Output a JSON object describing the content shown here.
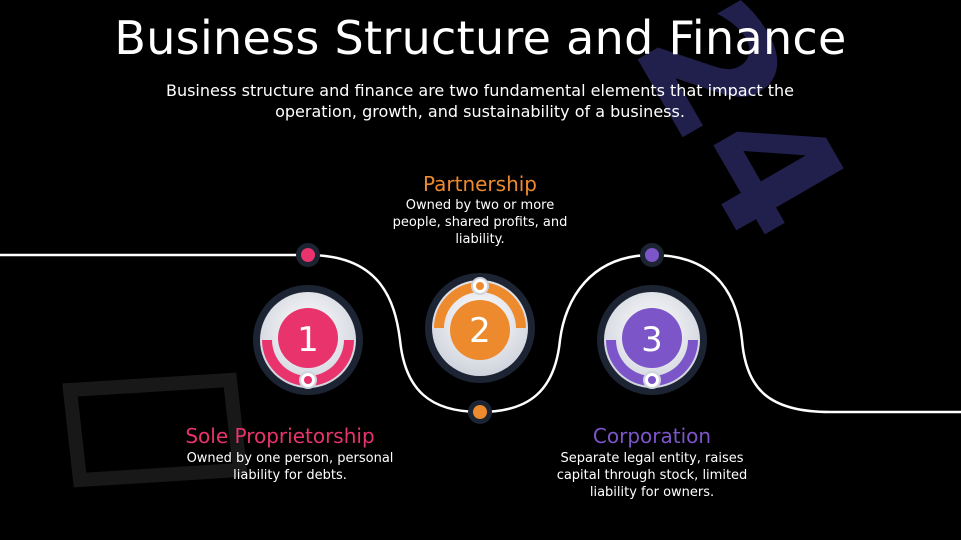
{
  "title": "Business Structure and Finance",
  "subtitle": "Business structure and finance are two fundamental elements that impact the operation, growth, and sustainability of a business.",
  "steps": [
    {
      "number": "1",
      "title": "Sole Proprietorship",
      "description": "Owned by one person, personal liability for debts.",
      "color": "#e8336d"
    },
    {
      "number": "2",
      "title": "Partnership",
      "description": "Owned by two or more people, shared profits, and liability.",
      "color": "#ee8a2e"
    },
    {
      "number": "3",
      "title": "Corporation",
      "description": "Separate legal entity, raises capital through stock, limited liability for owners.",
      "color": "#7c55c9"
    }
  ],
  "watermark": "24"
}
